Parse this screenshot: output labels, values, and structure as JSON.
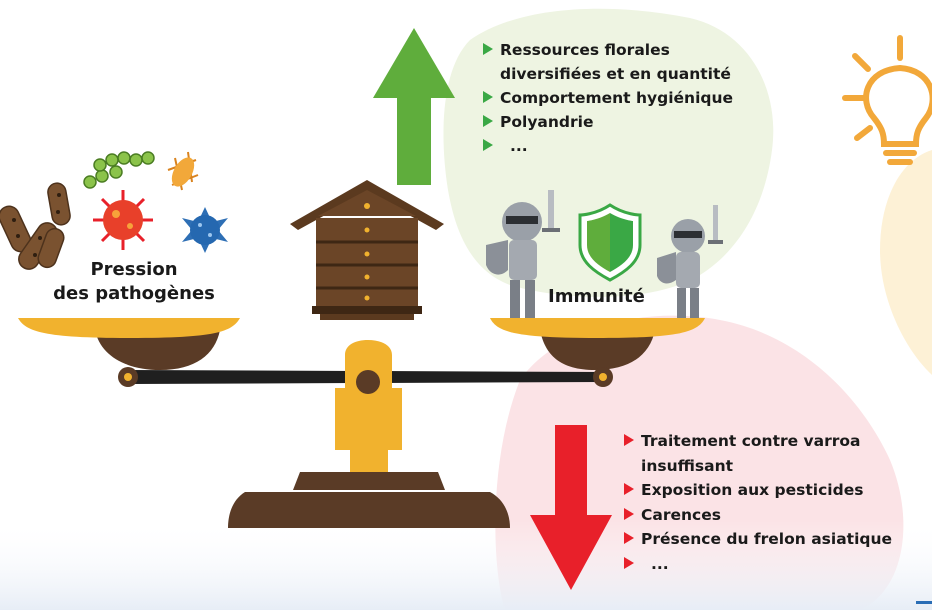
{
  "left_pan": {
    "label_line1": "Pression",
    "label_line2": "des pathogènes"
  },
  "right_pan": {
    "label": "Immunité"
  },
  "positive_factors": {
    "arrow_color": "#5fad3c",
    "bullet_color": "#3aa845",
    "items": [
      {
        "line1": "Ressources florales",
        "line2": "diversifiées et en quantité"
      },
      {
        "line1": "Comportement hygiénique"
      },
      {
        "line1": "Polyandrie"
      },
      {
        "line1": "..."
      }
    ]
  },
  "negative_factors": {
    "arrow_color": "#e8202a",
    "bullet_color": "#e8202a",
    "items": [
      {
        "line1": "Traitement contre varroa",
        "line2": "insuffisant"
      },
      {
        "line1": "Exposition aux pesticides"
      },
      {
        "line1": "Carences"
      },
      {
        "line1": "Présence du frelon asiatique"
      },
      {
        "line1": "..."
      }
    ]
  },
  "icons": [
    "pathogens-icon",
    "beehive-icon",
    "knight-icon",
    "shield-icon",
    "lightbulb-icon"
  ],
  "colors": {
    "scale_gold": "#f1b22e",
    "scale_dark": "#5a3b26",
    "hive_brown": "#5b3a1f",
    "blob_green": "#eef4e2",
    "blob_red": "#fbe3e6",
    "blob_yellow": "#fdf1d6"
  }
}
